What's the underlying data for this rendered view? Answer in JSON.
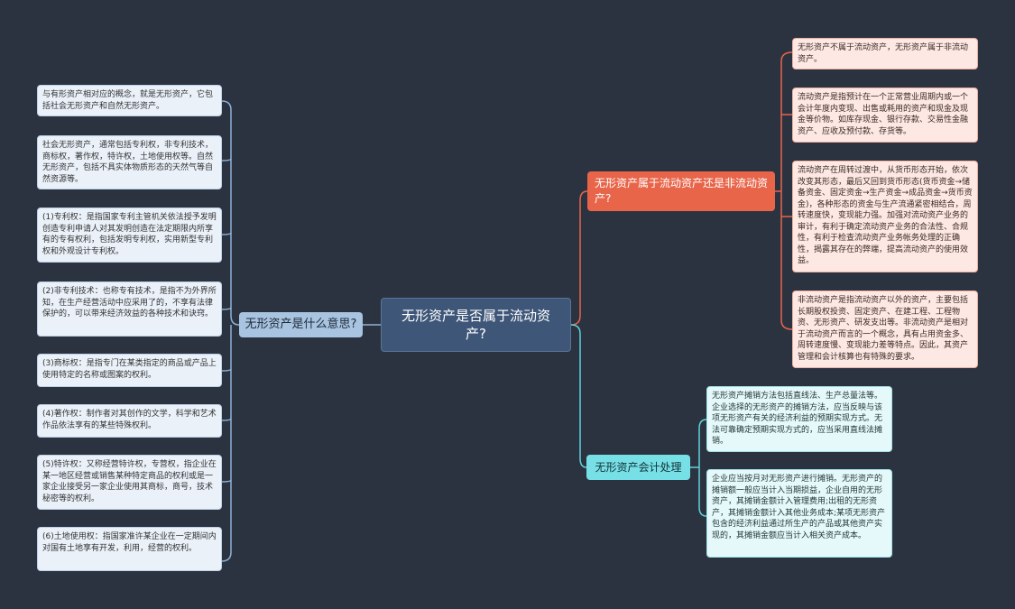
{
  "root": {
    "title": "无形资产是否属于流动资产?"
  },
  "left_branch": {
    "label": "无形资产是什么意思?",
    "items": [
      "与有形资产相对应的概念，就是无形资产，它包括社会无形资产和自然无形资产。",
      "社会无形资产，通常包括专利权，非专利技术，商标权，著作权，特许权，土地使用权等。自然无形资产，包括不具实体物质形态的天然气等自然资源等。",
      "(1)专利权：是指国家专利主管机关依法授予发明创造专利申请人对其发明创造在法定期限内所享有的专有权利，包括发明专利权，实用新型专利权和外观设计专利权。",
      "(2)非专利技术：也称专有技术，是指不为外界所知，在生产经营活动中应采用了的，不享有法律保护的，可以带来经济效益的各种技术和诀窍。",
      "(3)商标权：是指专门在某类指定的商品或产品上使用特定的名称或图案的权利。",
      "(4)著作权：制作者对其创作的文学，科学和艺术作品依法享有的某些特殊权利。",
      "(5)特许权：又称经营特许权，专营权，指企业在某一地区经营或销售某种特定商品的权利或是一家企业接受另一家企业使用其商标，商号，技术秘密等的权利。",
      "(6)土地使用权：指国家准许某企业在一定期间内对国有土地享有开发，利用，经营的权利。"
    ]
  },
  "right_top_branch": {
    "label": "无形资产属于流动资产还是非流动资产?",
    "items": [
      "无形资产不属于流动资产，无形资产属于非流动资产。",
      "流动资产是指预计在一个正常营业周期内或一个会计年度内变现、出售或耗用的资产和现金及现金等价物。如库存现金、银行存款、交易性金融资产、应收及预付款、存货等。",
      "流动资产在周转过渡中，从货币形态开始，依次改变其形态，最后又回到货币形态(货币资金→储备资金、固定资金→生产资金→成品资金→货币资金)，各种形态的资金与生产流通紧密相结合，周转速度快，变现能力强。加强对流动资产业务的审计，有利于确定流动资产业务的合法性、合规性，有利于检查流动资产业务帐务处理的正确性，揭露其存在的弊端，提高流动资产的使用效益。",
      "非流动资产是指流动资产以外的资产，主要包括长期股权投资、固定资产、在建工程、工程物资、无形资产、研发支出等。非流动资产是相对于流动资产而言的一个概念，具有占用资金多、周转速度慢、变现能力差等特点。因此，其资产管理和会计核算也有特殊的要求。"
    ]
  },
  "right_bottom_branch": {
    "label": "无形资产会计处理",
    "items": [
      "无形资产摊销方法包括直线法、生产总量法等。企业选择的无形资产的摊销方法，应当反映与该项无形资产有关的经济利益的预期实现方式。无法可靠确定预期实现方式的，应当采用直线法摊销。",
      "企业应当按月对无形资产进行摊销。无形资产的摊销额一般应当计入当期损益，企业自用的无形资产，其摊销金额计入管理费用;出租的无形资产，其摊销金额计入其他业务成本;某项无形资产包含的经济利益通过所生产的产品或其他资产实现的，其摊销金额应当计入相关资产成本。"
    ]
  },
  "colors": {
    "background": "#2c3340",
    "left_line": "#8fb2d6",
    "red_line": "#e8654a",
    "cyan_line": "#5fd3da"
  }
}
